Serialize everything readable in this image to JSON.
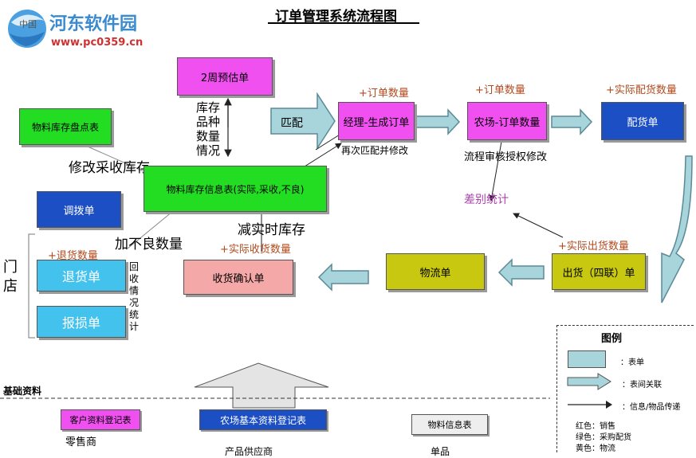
{
  "title": "订单管理系统流程图",
  "watermark": {
    "name": "河东软件园",
    "url": "www.pc0359.cn",
    "stub": "中国"
  },
  "boxes": {
    "forecast": "2周预估单",
    "stock_count": "物料库存盘点表",
    "inventory": "物料库存信息表(实际,采收,不良)",
    "transfer": "调拨单",
    "return": "退货单",
    "loss": "报损单",
    "receipt": "收货确认单",
    "logistics": "物流单",
    "shipment": "出货（四联）单",
    "manager": "经理-生成订单",
    "farm": "农场-订单数量",
    "delivery": "配货单"
  },
  "labels": {
    "match": "匹配",
    "stock_info": "库存品种数量情况",
    "rematch": "再次匹配并修改",
    "approve": "流程审核授权修改",
    "diff": "差别统计",
    "modify_stock": "修改采收库存",
    "add_defect": "加不良数量",
    "reduce_stock": "减实时库存",
    "store": "门店",
    "recovery": "回收情况统计",
    "order_qty_1": "+订单数量",
    "order_qty_2": "+订单数量",
    "actual_delivery": "+实际配货数量",
    "actual_ship": "+实际出货数量",
    "actual_receive": "+实际收货数量",
    "return_qty": "+退货数量"
  },
  "basics": {
    "title": "基础资料",
    "customer": "客户资料登记表",
    "farm_basic": "农场基本资料登记表",
    "material": "物料信息表",
    "retailer": "零售商",
    "product_sub": "产品供应商",
    "unit_sub": "单品"
  },
  "legend": {
    "title": "图例",
    "form": "：表单",
    "relation": "：表间关联",
    "transfer": "：信息/物品传递",
    "red": "红色：销售",
    "green": "绿色：采购配货",
    "yellow": "黄色：物流"
  },
  "colors": {
    "pink": "#f050f0",
    "green": "#22dd22",
    "blue": "#1c4fc4",
    "cyan": "#44c2ee",
    "olive": "#c8c810",
    "salmon": "#f4a8a8",
    "arrow_fill": "#a8d4dc",
    "accent_text": "#b24a1e",
    "purple_text": "#b040b0"
  }
}
